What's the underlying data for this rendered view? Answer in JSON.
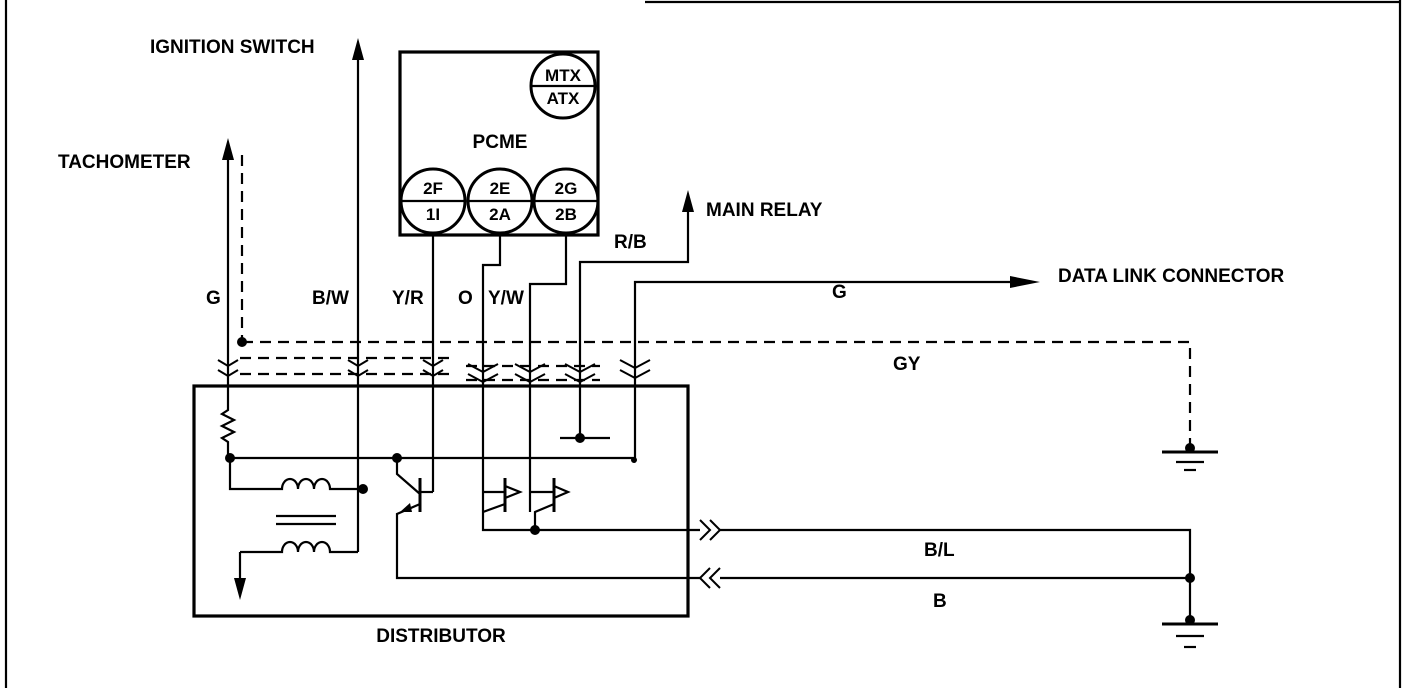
{
  "labels": {
    "ignition_switch": "IGNITION SWITCH",
    "tachometer": "TACHOMETER",
    "pcme": "PCME",
    "main_relay": "MAIN RELAY",
    "data_link_connector": "DATA LINK CONNECTOR",
    "distributor": "DISTRIBUTOR"
  },
  "pcme_connectors": [
    {
      "top": "MTX",
      "bottom": "ATX"
    },
    {
      "top": "2F",
      "bottom": "1I"
    },
    {
      "top": "2E",
      "bottom": "2A"
    },
    {
      "top": "2G",
      "bottom": "2B"
    }
  ],
  "wire_colors": {
    "g_tach": "G",
    "bw": "B/W",
    "yr": "Y/R",
    "o": "O",
    "yw": "Y/W",
    "rb": "R/B",
    "g_dlc": "G",
    "gy": "GY",
    "bl": "B/L",
    "b": "B"
  }
}
